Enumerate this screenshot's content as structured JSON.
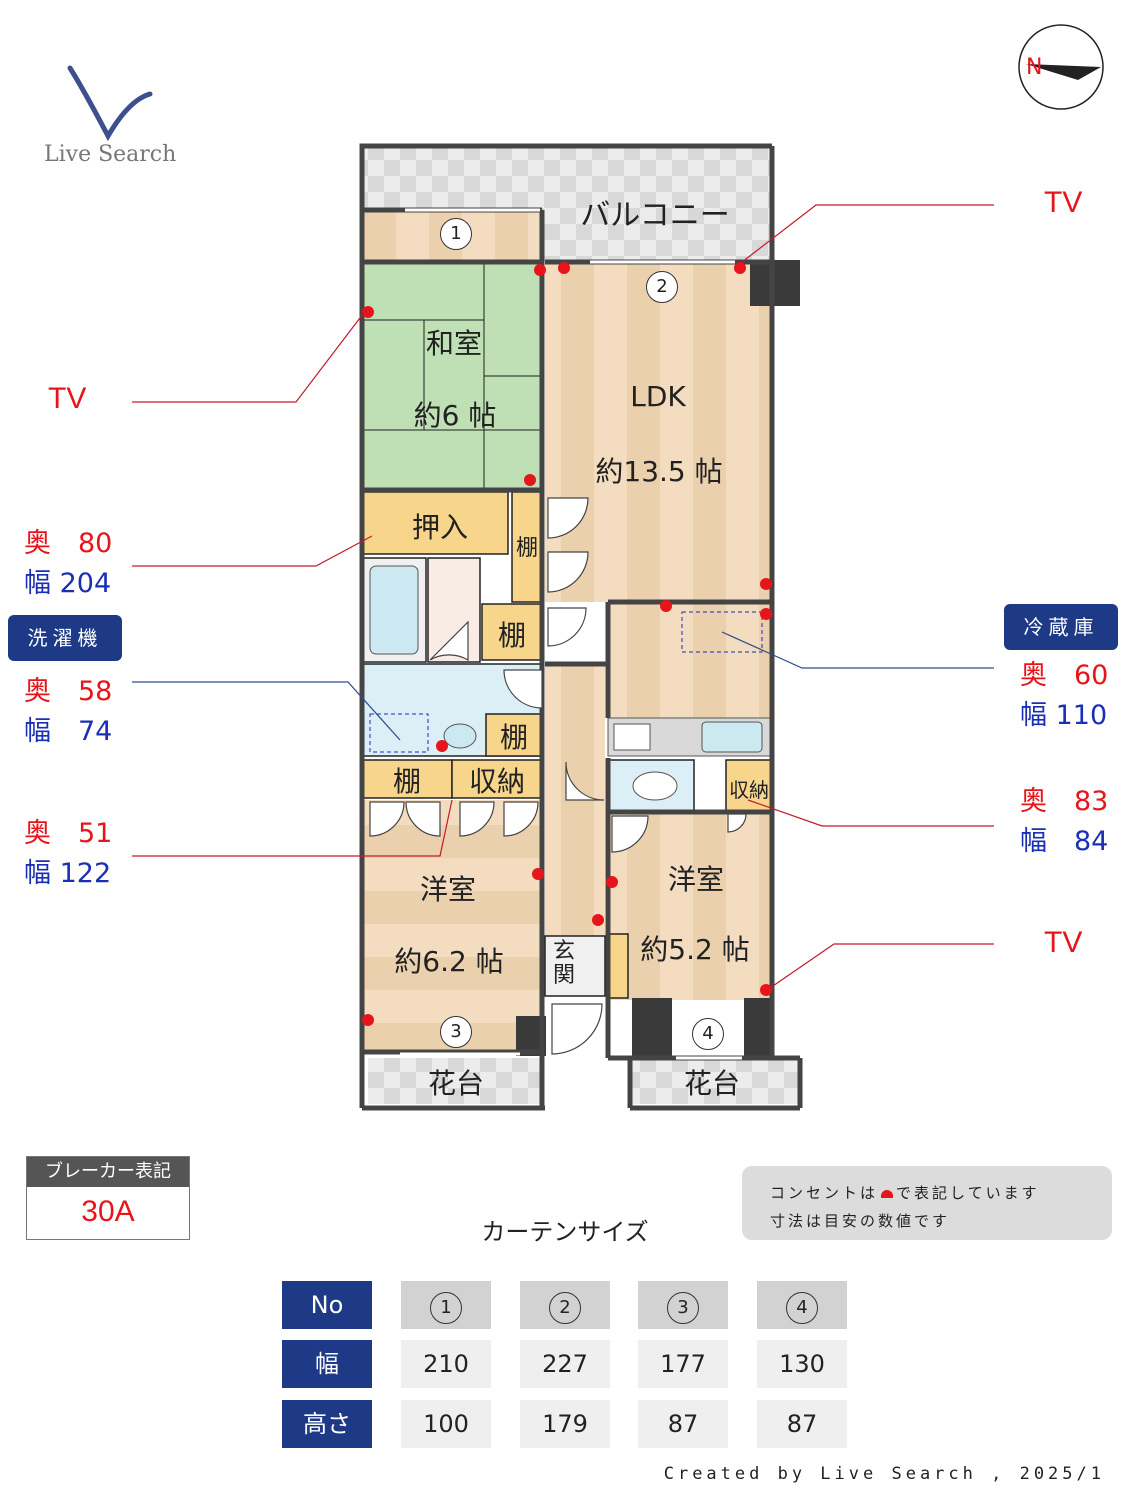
{
  "logo": {
    "text": "Live Search"
  },
  "rooms": {
    "balcony": "バルコニー",
    "washitsu_name": "和室",
    "washitsu_size": "約6 帖",
    "ldk_name": "LDK",
    "ldk_size": "約13.5 帖",
    "oshiire": "押入",
    "tana1": "棚",
    "tana2": "棚",
    "tana3": "棚",
    "tana4": "棚",
    "shuno1": "収納",
    "shuno2": "収納",
    "yoshitsu1_name": "洋室",
    "yoshitsu1_size": "約6.2 帖",
    "yoshitsu2_name": "洋室",
    "yoshitsu2_size": "約5.2 帖",
    "genkan": "玄関",
    "kadai1": "花台",
    "kadai2": "花台"
  },
  "windows": [
    "1",
    "2",
    "3",
    "4"
  ],
  "annotations": {
    "tv_top_right": "TV",
    "tv_left": "TV",
    "tv_bottom_right": "TV",
    "oshiire_dims": {
      "oku": "奥　80",
      "haba": "幅 204"
    },
    "washer_badge": "洗濯機",
    "washer_dims": {
      "oku": "奥　58",
      "haba": "幅　74"
    },
    "closet_dims": {
      "oku": "奥　51",
      "haba": "幅 122"
    },
    "fridge_badge": "冷蔵庫",
    "fridge_dims": {
      "oku": "奥　60",
      "haba": "幅 110"
    },
    "shuno_dims": {
      "oku": "奥　83",
      "haba": "幅　84"
    }
  },
  "breaker": {
    "label": "ブレーカー表記",
    "value": "30A"
  },
  "note": {
    "line1a": "コンセントは",
    "line1b": "で表記しています",
    "line2": "寸法は目安の数値です"
  },
  "curtain": {
    "title": "カーテンサイズ",
    "row_labels": [
      "No",
      "幅",
      "高さ"
    ],
    "columns": [
      {
        "no": "1",
        "width": "210",
        "height": "100"
      },
      {
        "no": "2",
        "width": "227",
        "height": "179"
      },
      {
        "no": "3",
        "width": "177",
        "height": "87"
      },
      {
        "no": "4",
        "width": "130",
        "height": "87"
      }
    ]
  },
  "footer": "Created by Live Search , 2025/1",
  "colors": {
    "outlet": "#e8141c",
    "header": "#1e3a86",
    "tatami": "#bfe0b4",
    "floor": "#f0d6b4",
    "storage": "#f7d68c"
  },
  "icons": [
    "compass-icon",
    "bathtub-icon",
    "sink-icon",
    "toilet-icon",
    "stove-icon",
    "door-swing-icon"
  ]
}
